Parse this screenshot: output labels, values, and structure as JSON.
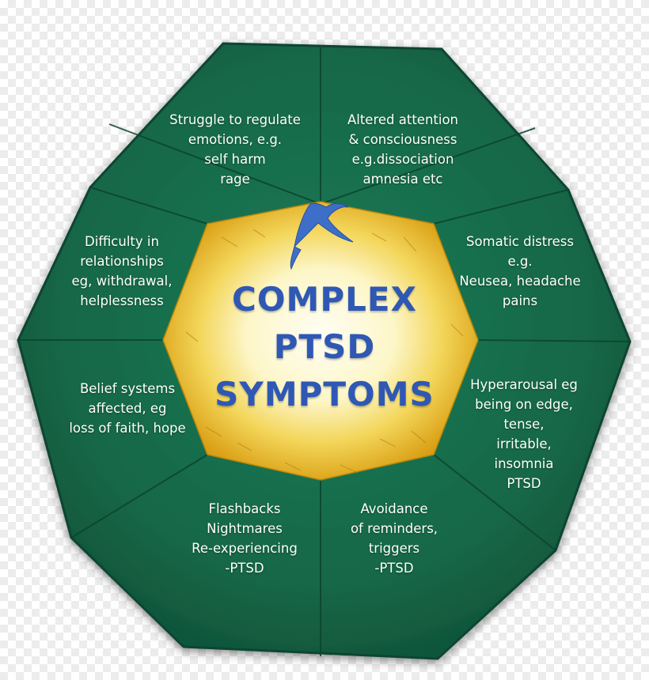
{
  "title": {
    "line1": "COMPLEX",
    "line2": "PTSD",
    "line3": "SYMPTOMS"
  },
  "segments": [
    {
      "id": "regulate",
      "lines": [
        "Struggle to regulate",
        "emotions, e.g.",
        "self harm",
        "rage"
      ]
    },
    {
      "id": "attention",
      "lines": [
        "Altered attention",
        "& consciousness",
        "e.g.dissociation",
        "amnesia etc"
      ]
    },
    {
      "id": "somatic",
      "lines": [
        "Somatic distress",
        "e.g.",
        "Neusea, headache",
        "pains"
      ]
    },
    {
      "id": "hyperarousal",
      "lines": [
        "Hyperarousal eg",
        "being on edge,",
        "tense,",
        "irritable,",
        "insomnia",
        "PTSD"
      ]
    },
    {
      "id": "avoidance",
      "lines": [
        "Avoidance",
        "of reminders,",
        "triggers",
        "-PTSD"
      ]
    },
    {
      "id": "flashbacks",
      "lines": [
        "Flashbacks",
        "Nightmares",
        "Re-experiencing",
        "-PTSD"
      ]
    },
    {
      "id": "belief",
      "lines": [
        "Belief systems",
        "affected, eg",
        "loss of faith, hope"
      ]
    },
    {
      "id": "relationships",
      "lines": [
        "Difficulty in",
        "relationships",
        "eg, withdrawal,",
        "helplessness"
      ]
    }
  ],
  "colors": {
    "panel_green": "#17694b",
    "panel_edge": "#0e4a34",
    "center_gold": "#e8b820",
    "center_white": "#fffdf0",
    "title_blue": "#2e58b4",
    "bird_blue": "#3d6fc9"
  },
  "icons": {
    "bird": "swallow-bird-icon"
  }
}
